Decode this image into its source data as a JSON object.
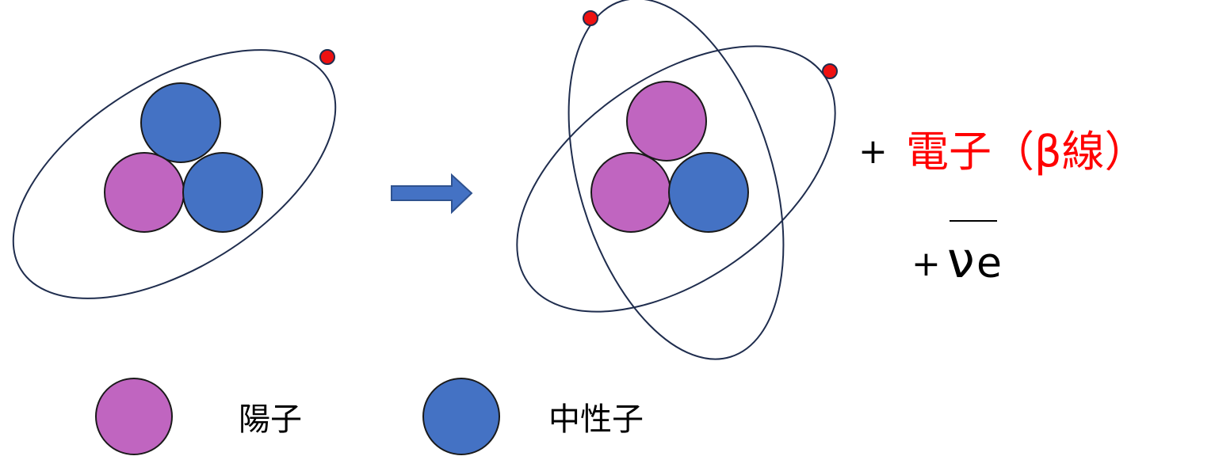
{
  "colors": {
    "proton": "#c065c0",
    "neutron": "#4472c4",
    "electron": "#ee1111",
    "orbit": "#1f2d4e",
    "arrow": "#4472c4",
    "arrow_stroke": "#2f528f",
    "emphasis_text": "#ff0000",
    "text": "#000000"
  },
  "products": {
    "plus_1": "+",
    "electron_label": "電子（β線）",
    "plus_2": "+",
    "antineutrino_symbol": "ν",
    "antineutrino_subscript": "e"
  },
  "legend": {
    "proton_label": "陽子",
    "neutron_label": "中性子"
  }
}
